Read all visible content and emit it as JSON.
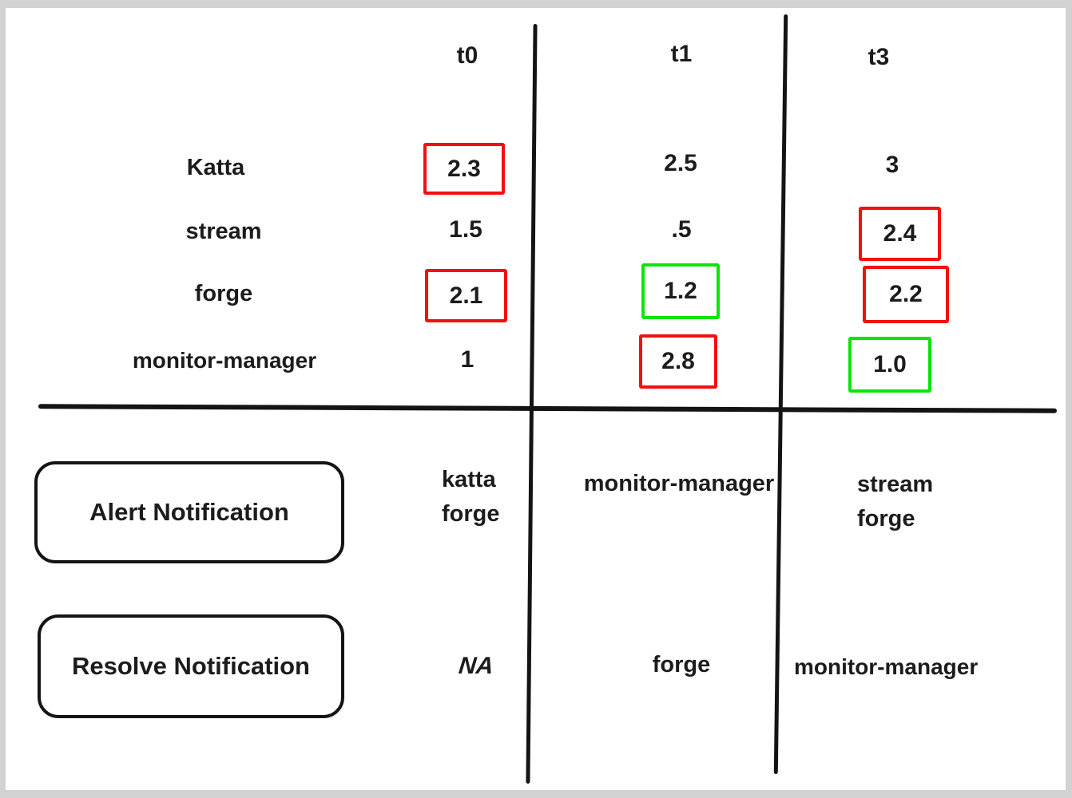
{
  "colors": {
    "red_box": "#f40f0f",
    "green_box": "#0ce40c",
    "ink": "#1c1c1c",
    "frame_bg": "#d2d2d2",
    "canvas_bg": "#ffffff"
  },
  "matrix": {
    "columns": [
      "t0",
      "t1",
      "t3"
    ],
    "rows": [
      {
        "label": "Katta",
        "values": [
          "2.3",
          "2.5",
          "3"
        ],
        "boxes": [
          "red",
          "none",
          "none"
        ]
      },
      {
        "label": "stream",
        "values": [
          "1.5",
          ".5",
          "2.4"
        ],
        "boxes": [
          "none",
          "none",
          "red"
        ]
      },
      {
        "label": "forge",
        "values": [
          "2.1",
          "1.2",
          "2.2"
        ],
        "boxes": [
          "red",
          "green",
          "red"
        ]
      },
      {
        "label": "monitor-manager",
        "values": [
          "1",
          "2.8",
          "1.0"
        ],
        "boxes": [
          "none",
          "red",
          "green"
        ]
      }
    ]
  },
  "notifications": {
    "alert": {
      "label": "Alert Notification",
      "t0": [
        "katta",
        "forge"
      ],
      "t1": [
        "monitor-manager"
      ],
      "t3": [
        "stream",
        "forge"
      ]
    },
    "resolve": {
      "label": "Resolve Notification",
      "t0": [
        "NA"
      ],
      "t1": [
        "forge"
      ],
      "t3": [
        "monitor-manager"
      ]
    }
  }
}
